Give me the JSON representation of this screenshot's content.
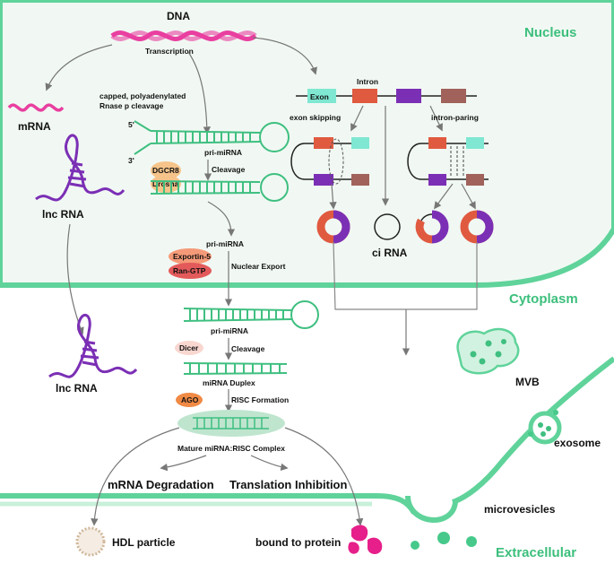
{
  "colors": {
    "membrane": "#5fd39a",
    "region_text": "#3cbf7c",
    "nucleus_fill": "#f1f8f3",
    "pink": "#e93fa0",
    "purple": "#7b2fb5",
    "red": "#e05a40",
    "brown": "#a0625a",
    "teal": "#7fe7d2"
  },
  "regions": {
    "nucleus": "Nucleus",
    "cytoplasm": "Cytoplasm",
    "extracellular": "Extracellular"
  },
  "labels": {
    "dna": "DNA",
    "transcription": "Transcription",
    "capped_1": "capped, polyadenylated",
    "capped_2": "Rnase p cleavage",
    "mrna": "mRNA",
    "lncrna_nucleus": "lnc RNA",
    "lncrna_cytoplasm": "lnc RNA",
    "five_prime": "5'",
    "three_prime": "3'",
    "pri_mirna_1": "pri-miRNA",
    "dgcr8": "DGCR8",
    "drosha": "Drosha",
    "cleavage_1": "Cleavage",
    "pri_mirna_2": "pri-miRNA",
    "exportin": "Exportin-5",
    "rangtp": "Ran-GTP",
    "nuclear_export": "Nuclear Export",
    "pri_mirna_3": "pri-miRNA",
    "dicer": "Dicer",
    "cleavage_2": "Cleavage",
    "mirna_duplex": "miRNA Duplex",
    "ago": "AGO",
    "risc_formation": "RISC Formation",
    "mature_complex": "Mature miRNA:RISC Complex",
    "mrna_degradation": "mRNA Degradation",
    "translation_inhibition": "Translation Inhibition",
    "hdl": "HDL particle",
    "bound_protein": "bound to protein",
    "intron": "Intron",
    "exon": "Exon",
    "exon_skipping": "exon skipping",
    "intron_paring": "intron-paring",
    "circ_rna": "ci RNA",
    "mvb": "MVB",
    "exosome": "exosome",
    "microvesicles": "microvesicles"
  }
}
